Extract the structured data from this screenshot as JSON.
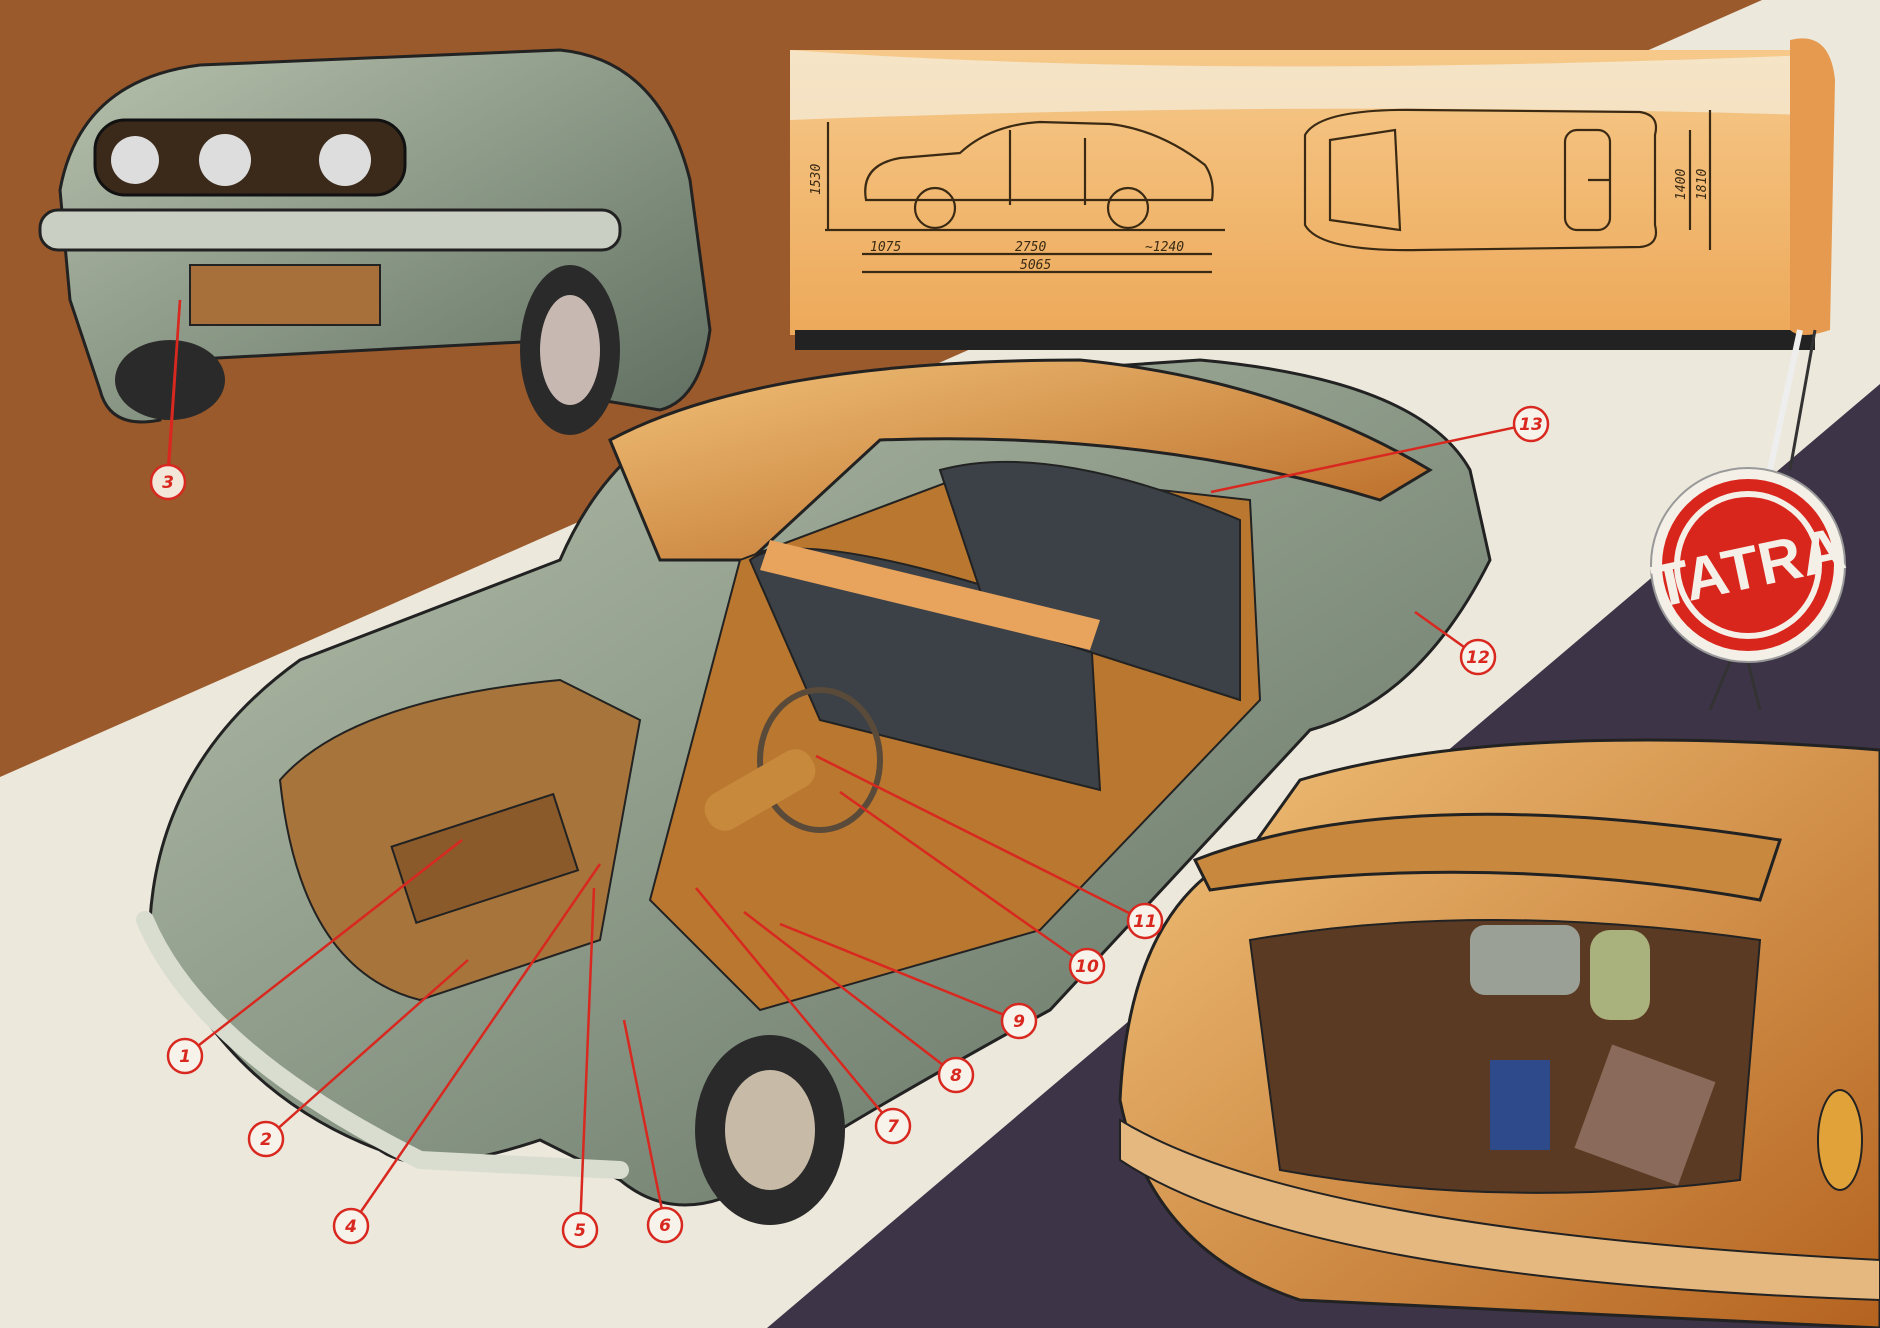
{
  "blueprint": {
    "side_view": {
      "height": "1530",
      "front_overhang": "1075",
      "wheelbase": "2750",
      "rear_overhang": "~1240",
      "length": "5065"
    },
    "top_view": {
      "track": "1400",
      "width": "1810"
    }
  },
  "logo": {
    "text": "TATRA",
    "color": "#d9261c"
  },
  "callouts": [
    "1",
    "2",
    "3",
    "4",
    "5",
    "6",
    "7",
    "8",
    "9",
    "10",
    "11",
    "12",
    "13"
  ],
  "colors": {
    "background_brown": "#9a5a2c",
    "background_light": "#ece8dc",
    "background_dark": "#3d3448",
    "callout_red": "#d8281f",
    "body_green": "#8f9f8a",
    "interior_orange": "#d9913f"
  }
}
